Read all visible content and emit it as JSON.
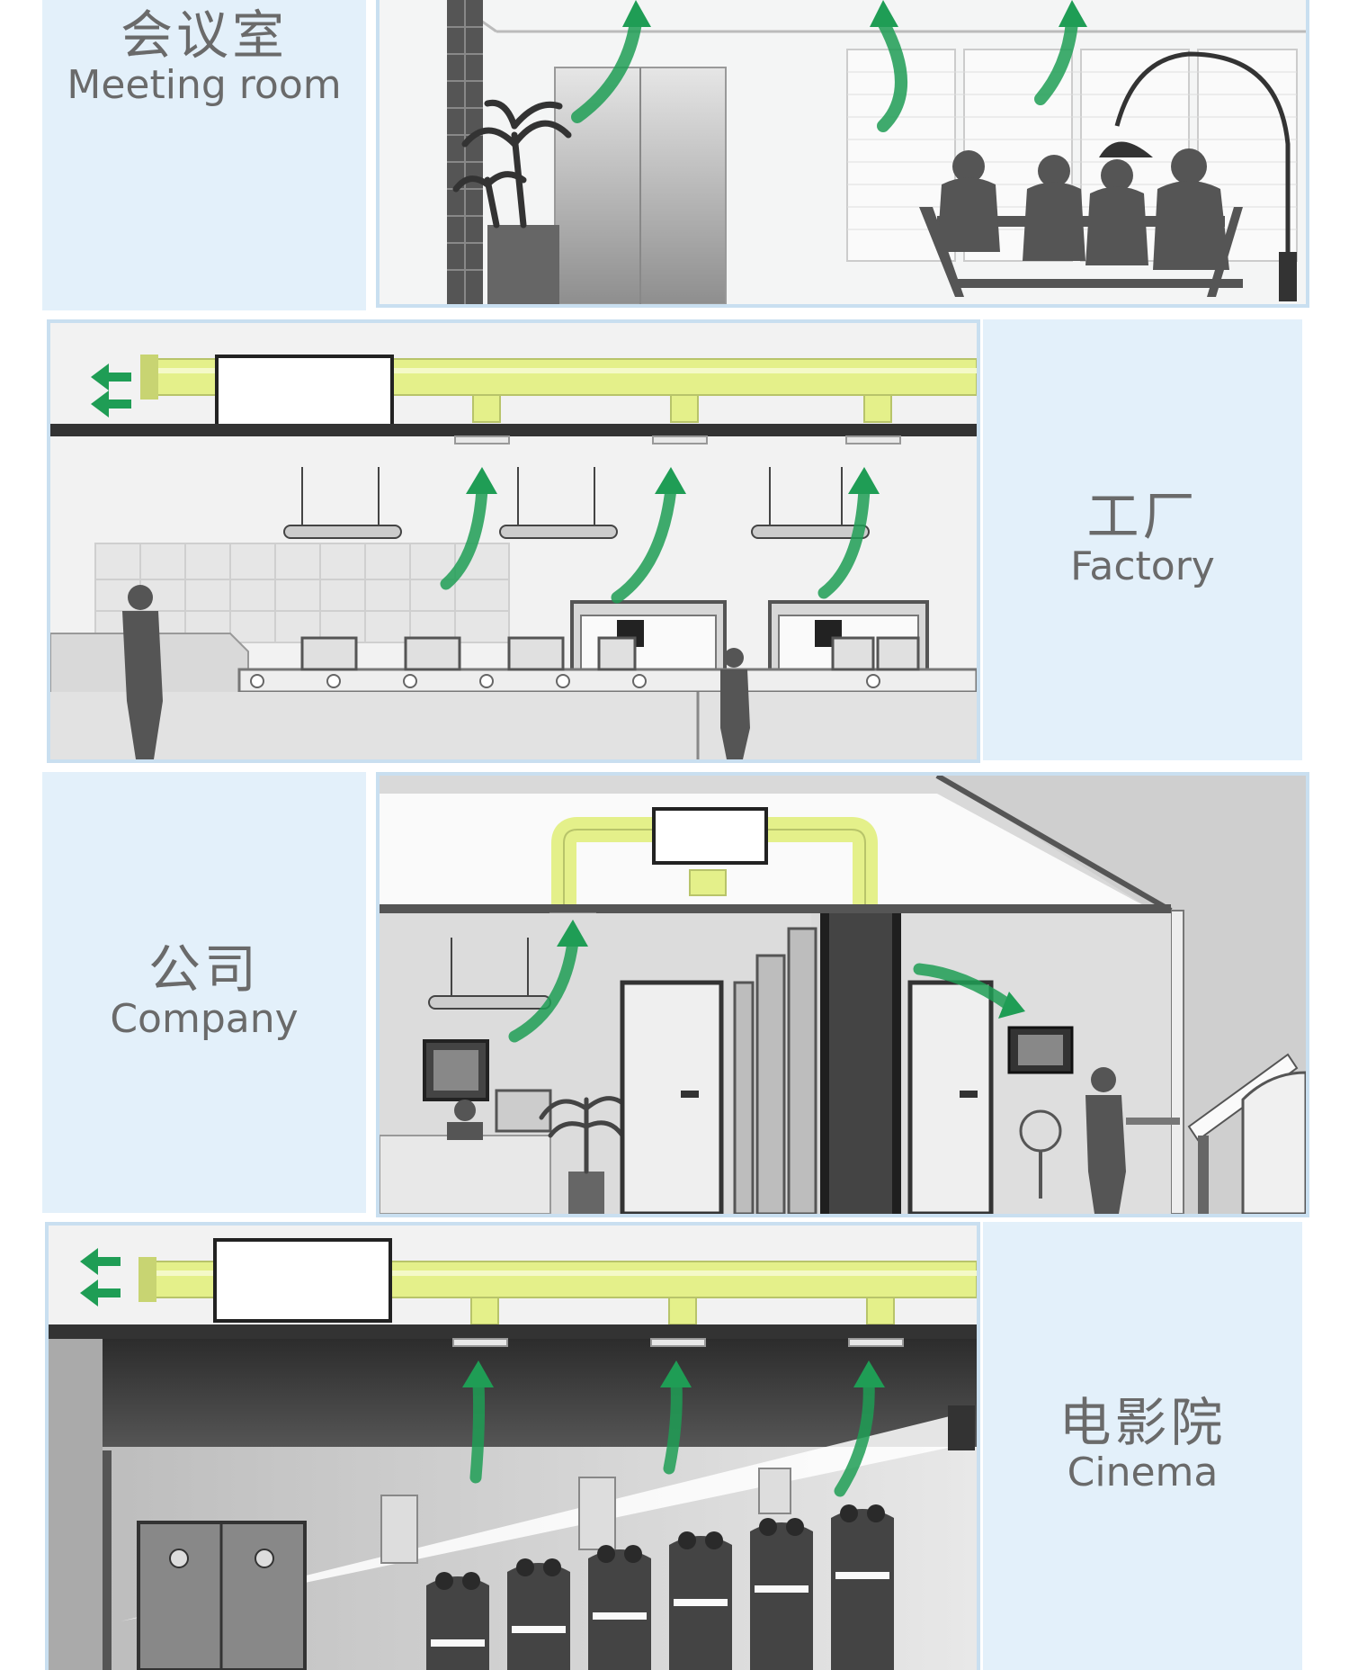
{
  "sections": [
    {
      "cn": "会议室",
      "en": "Meeting room"
    },
    {
      "cn": "工厂",
      "en": "Factory"
    },
    {
      "cn": "公司",
      "en": "Company"
    },
    {
      "cn": "电影院",
      "en": "Cinema"
    }
  ],
  "colors": {
    "panel_bg": "#e3f0fa",
    "label_text": "#6a6a6a",
    "duct": "#e4f08a",
    "airflow_arrow": "#1f9d55",
    "scene_gray": "#6b6b6b"
  }
}
